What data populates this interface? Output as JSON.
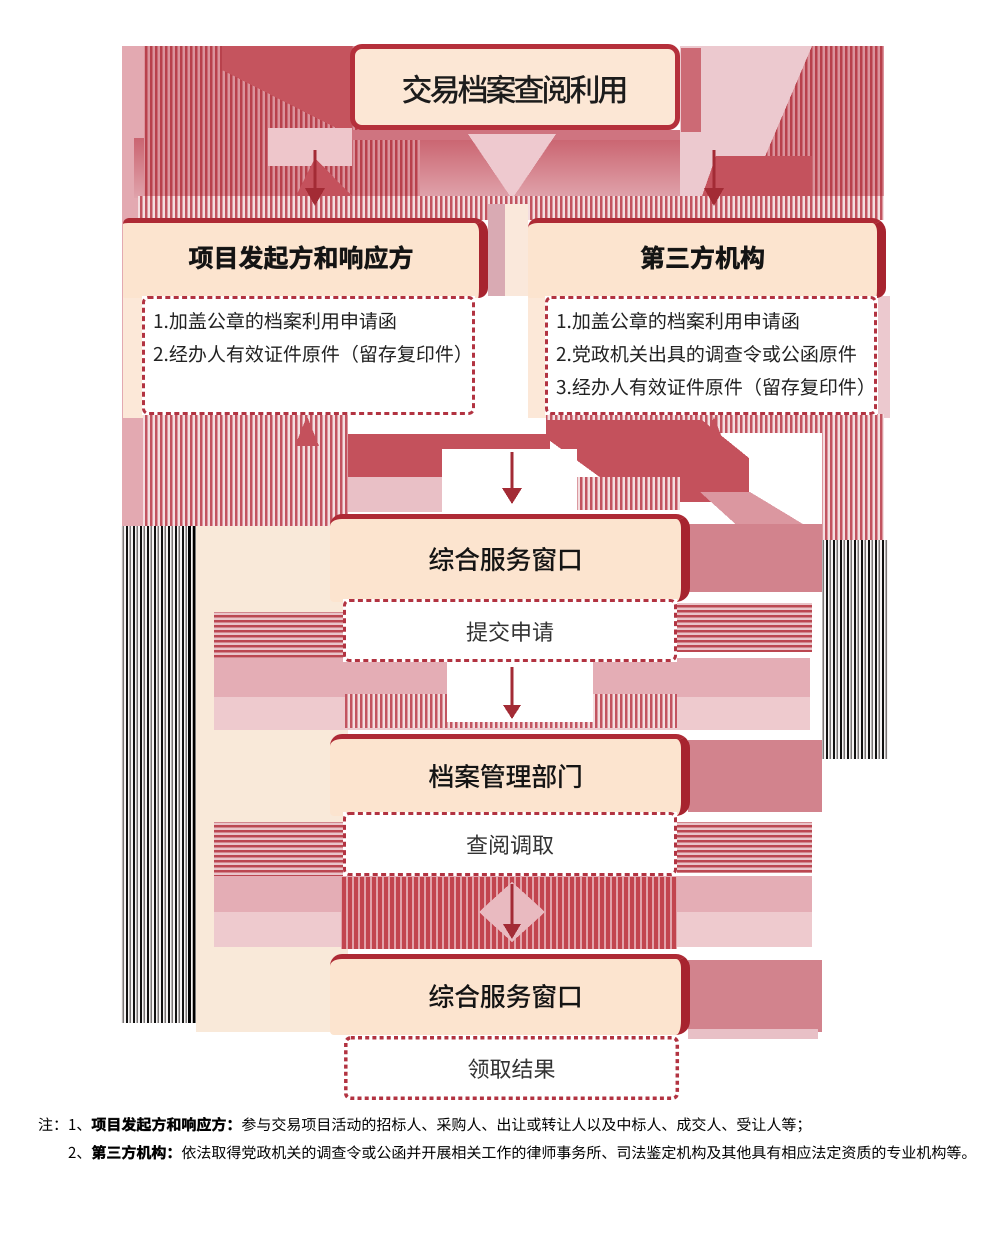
{
  "colors": {
    "accent_red": "#b5303b",
    "border_red": "#ae2a35",
    "dash_red": "#b23341",
    "cream_fill": "#fce4cf",
    "rose_smear": "#c4515c",
    "pink_wash": "#e4adb5",
    "background": "#ffffff"
  },
  "flow": {
    "title": "交易档案查阅利用",
    "branches": [
      {
        "header": "项目发起方和响应方",
        "items": [
          "1.加盖公章的档案利用申请函",
          "2.经办人有效证件原件（留存复印件）"
        ]
      },
      {
        "header": "第三方机构",
        "items": [
          "1.加盖公章的档案利用申请函",
          "2.党政机关出具的调查令或公函原件",
          "3.经办人有效证件原件（留存复印件）"
        ]
      }
    ],
    "steps": [
      {
        "header": "综合服务窗口",
        "action": "提交申请"
      },
      {
        "header": "档案管理部门",
        "action": "查阅调取"
      },
      {
        "header": "综合服务窗口",
        "action": "领取结果"
      }
    ],
    "notes": {
      "prefix": "注：",
      "items": [
        {
          "no": "1、",
          "term": "项目发起方和响应方：",
          "desc": "参与交易项目活动的招标人、采购人、出让或转让人以及中标人、成交人、受让人等；"
        },
        {
          "no": "2、",
          "term": "第三方机构：",
          "desc": "依法取得党政机关的调查令或公函并开展相关工作的律师事务所、司法鉴定机构及其他具有相应法定资质的专业机构等。"
        }
      ]
    }
  }
}
